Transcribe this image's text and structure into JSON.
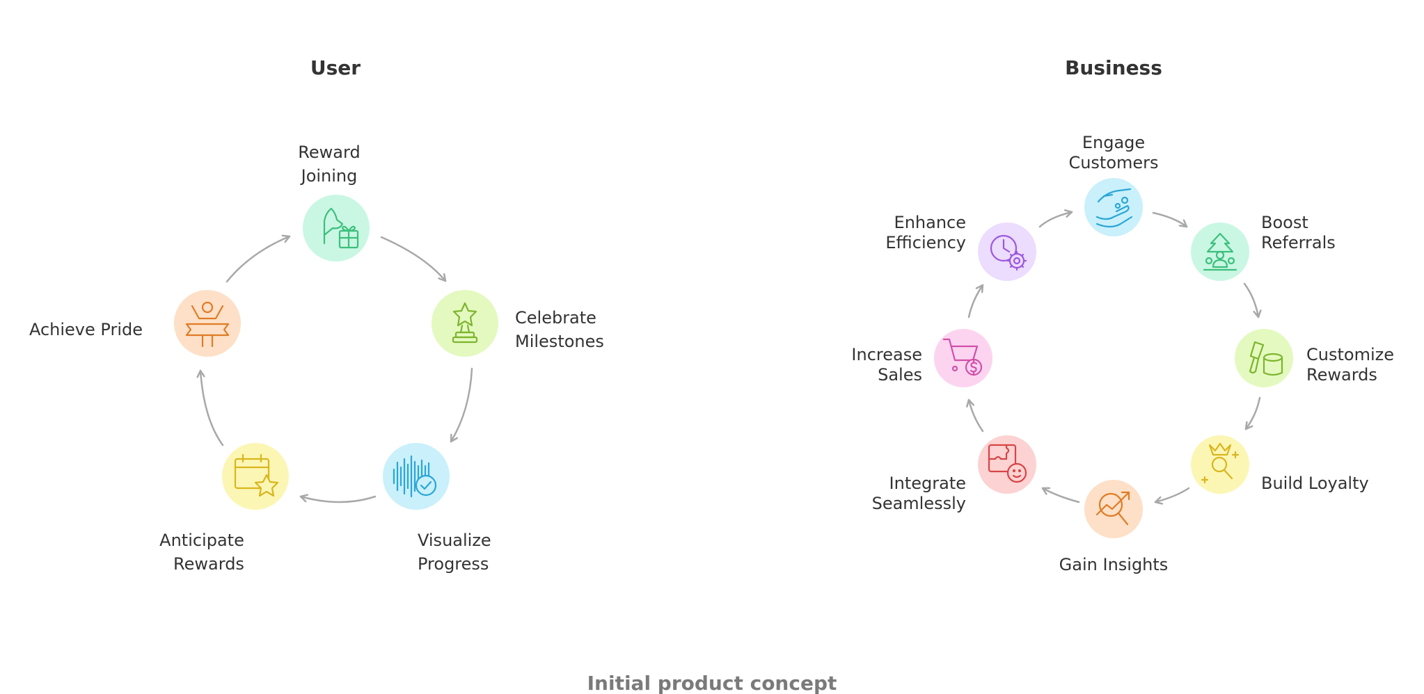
{
  "user": {
    "title": "User",
    "nodes": [
      {
        "icon": "hand-gift-icon",
        "line1": "Reward",
        "line2": "Joining",
        "fill": "#c9f7e3",
        "stroke": "#3cbf7c"
      },
      {
        "icon": "trophy-star-icon",
        "line1": "Celebrate",
        "line2": "Milestones",
        "fill": "#e4f9bf",
        "stroke": "#7cb52e"
      },
      {
        "icon": "soundwave-check-icon",
        "line1": "Visualize",
        "line2": "Progress",
        "fill": "#c9f0fb",
        "stroke": "#2aa6d6"
      },
      {
        "icon": "calendar-star-icon",
        "line1": "Anticipate",
        "line2": "Rewards",
        "fill": "#fcf6b5",
        "stroke": "#d9b51c"
      },
      {
        "icon": "person-banner-icon",
        "line1": "Achieve Pride",
        "line2": "",
        "fill": "#fde0c7",
        "stroke": "#e07b26"
      }
    ]
  },
  "business": {
    "title": "Business",
    "nodes": [
      {
        "icon": "hand-coins-icon",
        "line1": "Engage",
        "line2": "Customers",
        "fill": "#c9f0fb",
        "stroke": "#2aa6d6"
      },
      {
        "icon": "tree-people-icon",
        "line1": "Boost",
        "line2": "Referrals",
        "fill": "#c9f7e3",
        "stroke": "#3cbf7c"
      },
      {
        "icon": "brush-paint-icon",
        "line1": "Customize",
        "line2": "Rewards",
        "fill": "#e4f9bf",
        "stroke": "#7cb52e"
      },
      {
        "icon": "crown-search-icon",
        "line1": "Build Loyalty",
        "line2": "",
        "fill": "#fcf6b5",
        "stroke": "#d9b51c"
      },
      {
        "icon": "chart-search-icon",
        "line1": "Gain Insights",
        "line2": "",
        "fill": "#fde0c7",
        "stroke": "#e07b26"
      },
      {
        "icon": "puzzle-face-icon",
        "line1": "Integrate",
        "line2": "Seamlessly",
        "fill": "#fcd2d2",
        "stroke": "#d64545"
      },
      {
        "icon": "cart-dollar-icon",
        "line1": "Increase",
        "line2": "Sales",
        "fill": "#fcd4f0",
        "stroke": "#d14fa8"
      },
      {
        "icon": "clock-gear-icon",
        "line1": "Enhance",
        "line2": "Efficiency",
        "fill": "#ecdcfd",
        "stroke": "#9b57dd"
      }
    ]
  },
  "caption": "Initial product concept"
}
